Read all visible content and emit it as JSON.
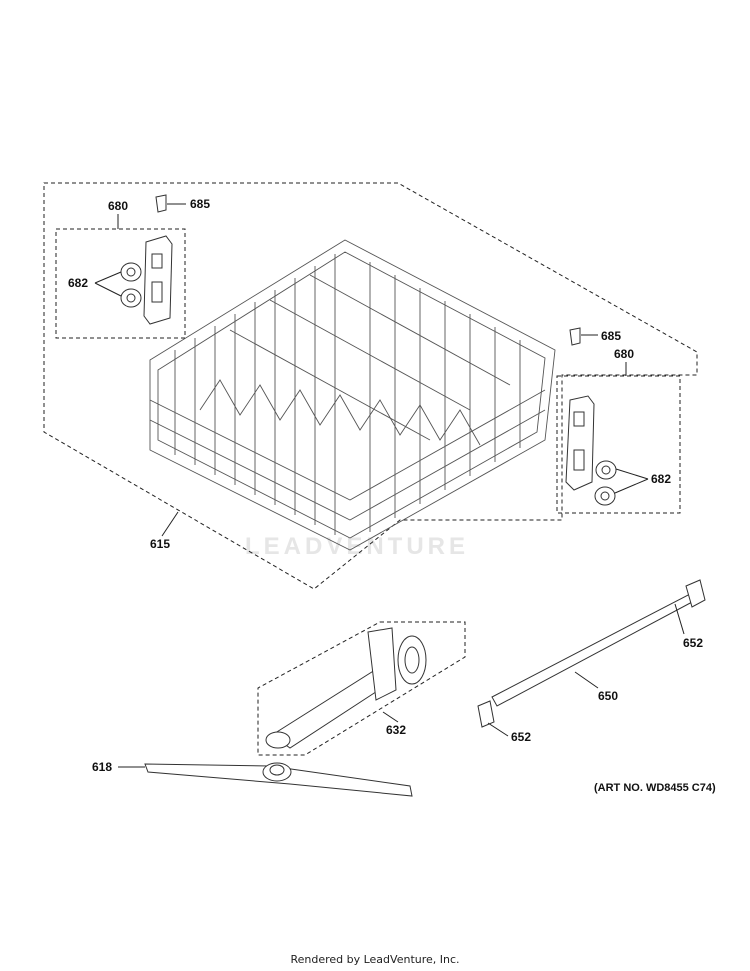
{
  "callouts": {
    "c680_left": "680",
    "c685_left": "685",
    "c682_left": "682",
    "c685_right": "685",
    "c680_right": "680",
    "c682_right": "682",
    "c615": "615",
    "c632": "632",
    "c618": "618",
    "c652_top": "652",
    "c650": "650",
    "c652_bottom": "652"
  },
  "art_number": "(ART NO. WD8455 C74)",
  "watermark": "LEADVENTURE",
  "footer": "Rendered by LeadVenture, Inc."
}
